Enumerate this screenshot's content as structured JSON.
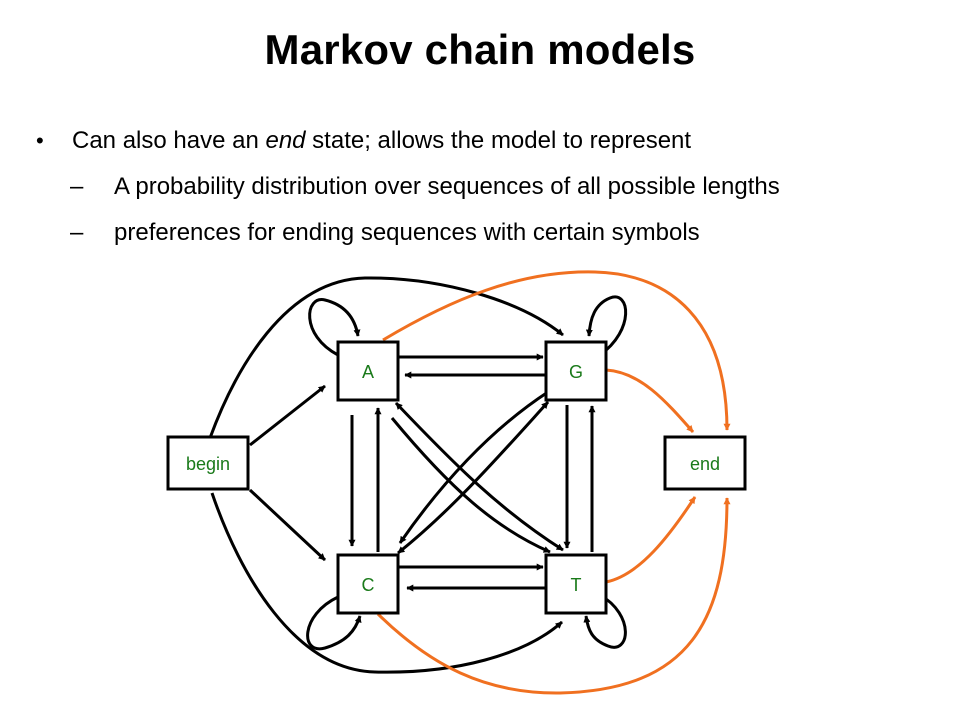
{
  "title": "Markov chain models",
  "bullets": {
    "main": {
      "marker": "•",
      "before": "Can also have an ",
      "emph": "end",
      "after": " state; allows the model to represent"
    },
    "sub": [
      {
        "marker": "–",
        "text": "A probability distribution over sequences of all possible lengths"
      },
      {
        "marker": "–",
        "text": "preferences for ending sequences with certain symbols"
      }
    ]
  },
  "diagram": {
    "nodes": {
      "A": "A",
      "G": "G",
      "C": "C",
      "T": "T",
      "begin": "begin",
      "end": "end"
    },
    "colors": {
      "node_label": "#1a7a1a",
      "edge": "#000000",
      "end_edge": "#f07020"
    }
  }
}
